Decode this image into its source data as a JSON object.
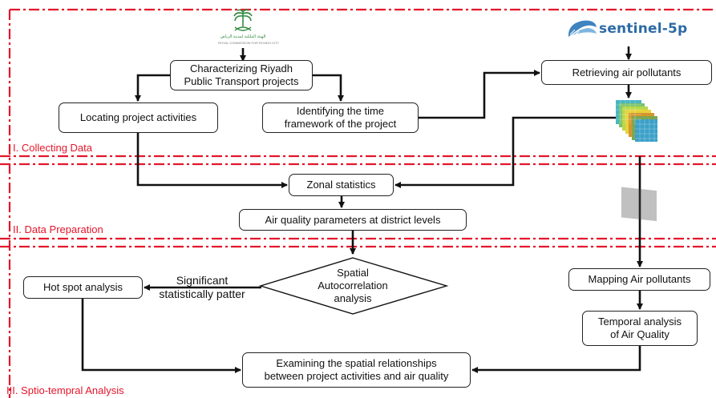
{
  "sections": {
    "collecting": "I. Collecting Data",
    "preparation": "II. Data Preparation",
    "analysis": "III. Sptio-tempral Analysis"
  },
  "nodes": {
    "characterizing": "Characterizing Riyadh\nPublic Transport  projects",
    "locating": "Locating project activities",
    "identifying": "Identifying the time\nframework of the project",
    "retrieving": "Retrieving air pollutants",
    "zonal": "Zonal statistics",
    "air_quality_params": "Air quality parameters at district levels",
    "spatial_autocorrelation": "Spatial\nAutocorrelation\nanalysis",
    "hot_spot": "Hot spot analysis",
    "mapping": "Mapping Air pollutants",
    "temporal": "Temporal analysis\nof Air Quality",
    "examining": "Examining the spatial relationships\nbetween project activities and air quality"
  },
  "edge_labels": {
    "significant": "Significant\nstatistically patter"
  },
  "logos": {
    "sentinel": "sentinel-5p",
    "royal_commission_arabic": "الهيئة الملكية لمدينة الرياض",
    "royal_commission_english": "ROYAL COMMISSION FOR RIYADH CITY"
  },
  "colors": {
    "section_border": "#e3162b",
    "arrow": "#111111",
    "sentinel_blue": "#2c6aa6",
    "palm_green": "#2f8a3e"
  },
  "icons": {
    "palm": "palm-swords-icon",
    "satellite": "sentinel-satellite-icon",
    "raster": "raster-stack-icon"
  }
}
